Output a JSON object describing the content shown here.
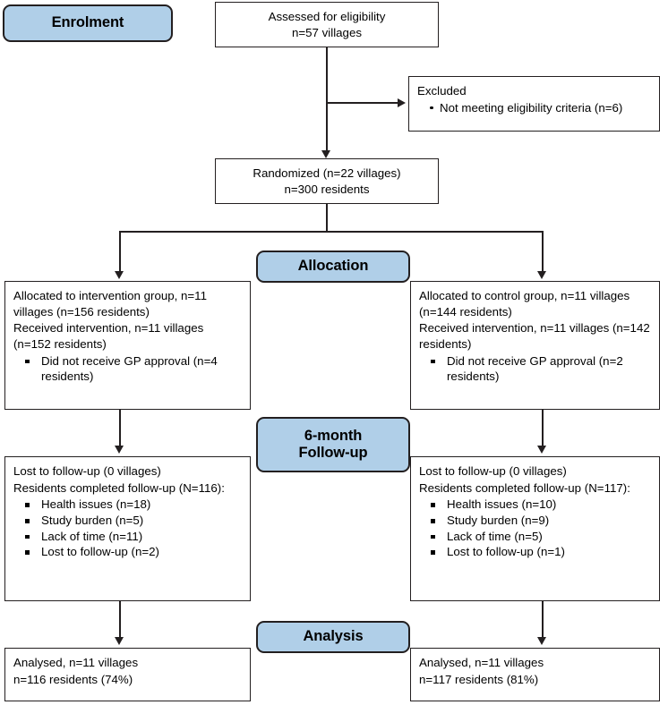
{
  "diagram": {
    "title": "CONSORT participant flow diagram",
    "accent_color": "#b0cfe8",
    "line_color": "#231f20",
    "box_fill": "#ffffff"
  },
  "stages": {
    "enrolment": "Enrolment",
    "allocation": "Allocation",
    "followup_line1": "6-month",
    "followup_line2": "Follow-up",
    "analysis": "Analysis"
  },
  "assessed": {
    "line1": "Assessed for eligibility",
    "line2": "n=57 villages"
  },
  "excluded": {
    "heading": "Excluded",
    "items": [
      "Not meeting eligibility criteria (n=6)"
    ]
  },
  "randomized": {
    "line1": "Randomized (n=22 villages)",
    "line2": "n=300 residents"
  },
  "intervention": {
    "allocated": "Allocated to intervention group, n=11 villages (n=156 residents)",
    "received": "Received intervention, n=11 villages (n=152 residents)",
    "items": [
      "Did not receive GP approval (n=4 residents)"
    ]
  },
  "control": {
    "allocated": "Allocated to control group, n=11 villages (n=144 residents)",
    "received": "Received intervention, n=11 villages (n=142 residents)",
    "items": [
      "Did not receive GP approval (n=2 residents)"
    ]
  },
  "followup_intervention": {
    "lost": "Lost to follow-up (0 villages)",
    "completed": "Residents completed follow-up (N=116):",
    "items": [
      "Health issues (n=18)",
      "Study burden (n=5)",
      "Lack of time (n=11)",
      "Lost to follow-up (n=2)"
    ]
  },
  "followup_control": {
    "lost": "Lost to follow-up (0 villages)",
    "completed": "Residents completed follow-up (N=117):",
    "items": [
      "Health issues (n=10)",
      "Study burden (n=9)",
      "Lack of time (n=5)",
      "Lost to follow-up (n=1)"
    ]
  },
  "analysis_intervention": {
    "line1": "Analysed, n=11 villages",
    "line2": "n=116 residents (74%)"
  },
  "analysis_control": {
    "line1": "Analysed, n=11 villages",
    "line2": "n=117 residents (81%)"
  }
}
